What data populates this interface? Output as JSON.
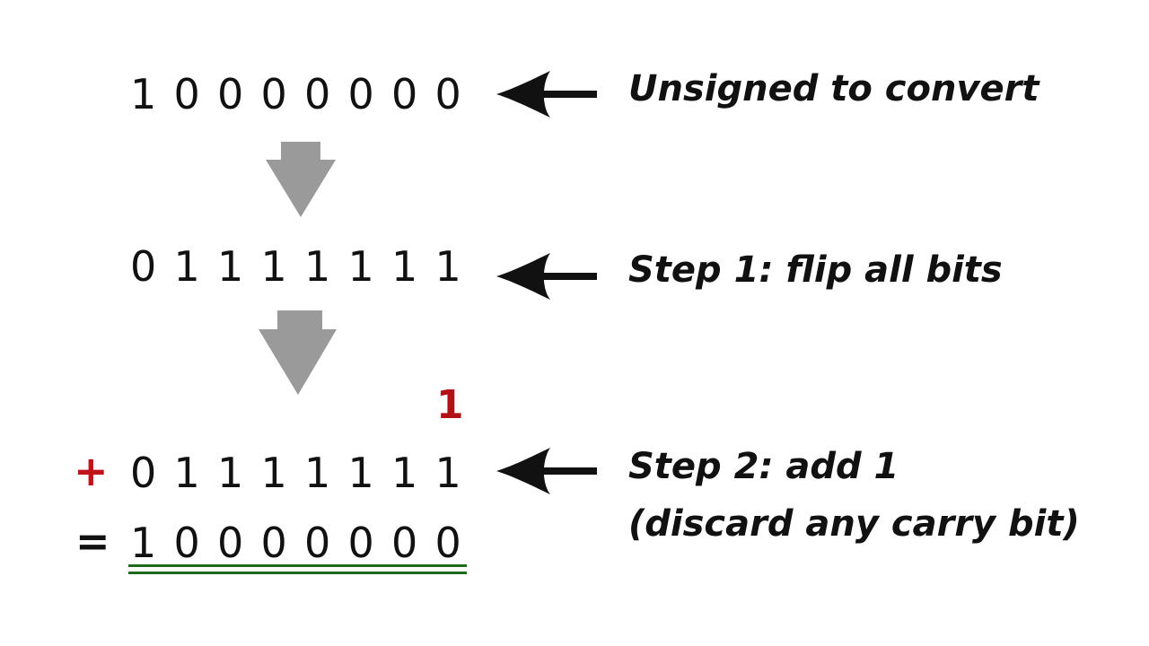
{
  "rows": {
    "original": [
      "1",
      "0",
      "0",
      "0",
      "0",
      "0",
      "0",
      "0"
    ],
    "flipped": [
      "0",
      "1",
      "1",
      "1",
      "1",
      "1",
      "1",
      "1"
    ],
    "addend": [
      "0",
      "1",
      "1",
      "1",
      "1",
      "1",
      "1",
      "1"
    ],
    "result": [
      "1",
      "0",
      "0",
      "0",
      "0",
      "0",
      "0",
      "0"
    ]
  },
  "operators": {
    "plus": "+",
    "equals": "="
  },
  "carry": "1",
  "labels": {
    "unsigned": "Unsigned to convert",
    "step1": "Step 1:  flip all bits",
    "step2": "Step 2:  add 1",
    "step2_note": "(discard any carry bit)"
  },
  "colors": {
    "text": "#111111",
    "flow_arrow": "#9a9a9a",
    "plus_and_carry": "#c0141b",
    "result_underline": "#1e6b1e"
  },
  "icons": {
    "flow": "down-arrow-icon",
    "pointer": "left-arrow-icon"
  }
}
